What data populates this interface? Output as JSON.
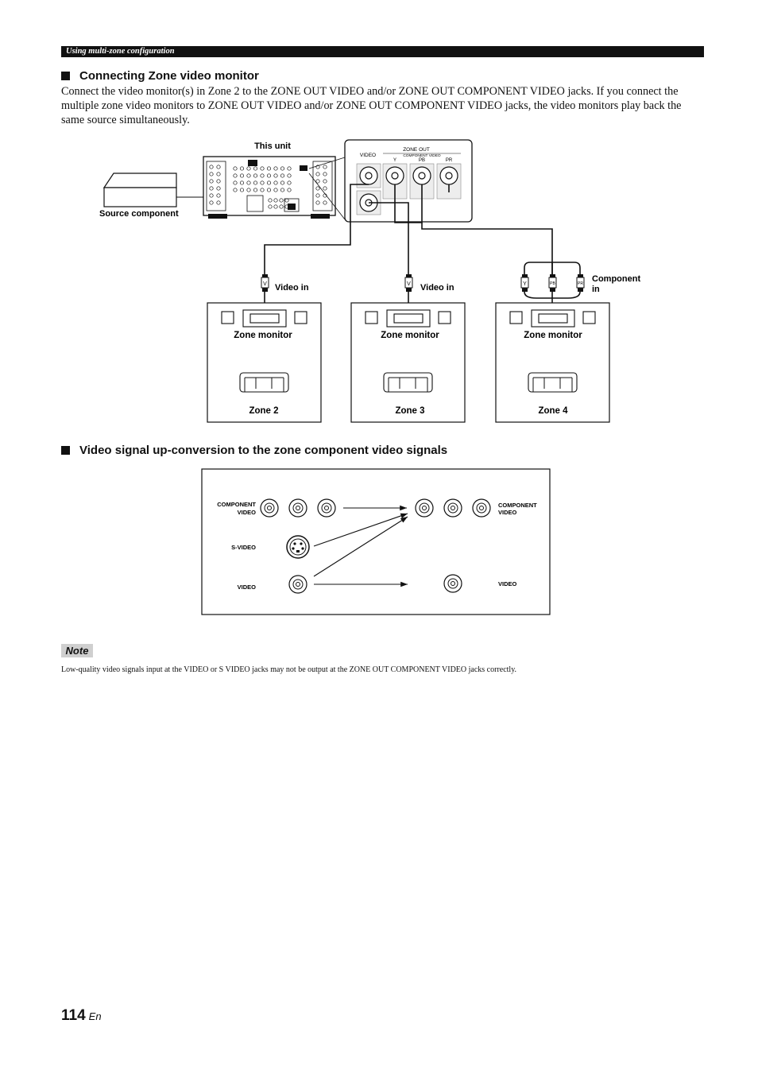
{
  "header": {
    "section": "Using multi-zone configuration"
  },
  "section1": {
    "title": "Connecting Zone video monitor",
    "body": "Connect the video monitor(s) in Zone 2 to the ZONE OUT VIDEO and/or ZONE OUT COMPONENT VIDEO jacks. If you connect the multiple zone video monitors to ZONE OUT VIDEO and/or ZONE OUT COMPONENT VIDEO jacks, the video monitors play back the same source simultaneously."
  },
  "diagram1": {
    "this_unit": "This unit",
    "source_component": "Source component",
    "panel": {
      "zone_out": "ZONE OUT",
      "component_video": "COMPONENT VIDEO",
      "video": "VIDEO",
      "y": "Y",
      "pb": "PB",
      "pr": "PR"
    },
    "plug_labels": {
      "v": "V",
      "y": "Y",
      "pb": "PB",
      "pr": "PR"
    },
    "video_in": "Video in",
    "component_in_1": "Component",
    "component_in_2": "in",
    "zones": [
      {
        "monitor": "Zone monitor",
        "zone": "Zone 2"
      },
      {
        "monitor": "Zone monitor",
        "zone": "Zone 3"
      },
      {
        "monitor": "Zone monitor",
        "zone": "Zone 4"
      }
    ]
  },
  "section2": {
    "title": "Video signal up-conversion to the zone component video signals"
  },
  "diagram2": {
    "left_component_1": "COMPONENT",
    "left_component_2": "VIDEO",
    "left_svideo": "S-VIDEO",
    "left_video": "VIDEO",
    "right_component_1": "COMPONENT",
    "right_component_2": "VIDEO",
    "right_video": "VIDEO"
  },
  "note": {
    "label": "Note",
    "text": "Low-quality video signals input at the VIDEO or S VIDEO jacks may not be output at the ZONE OUT COMPONENT VIDEO jacks correctly."
  },
  "footer": {
    "page": "114",
    "lang": "En"
  }
}
